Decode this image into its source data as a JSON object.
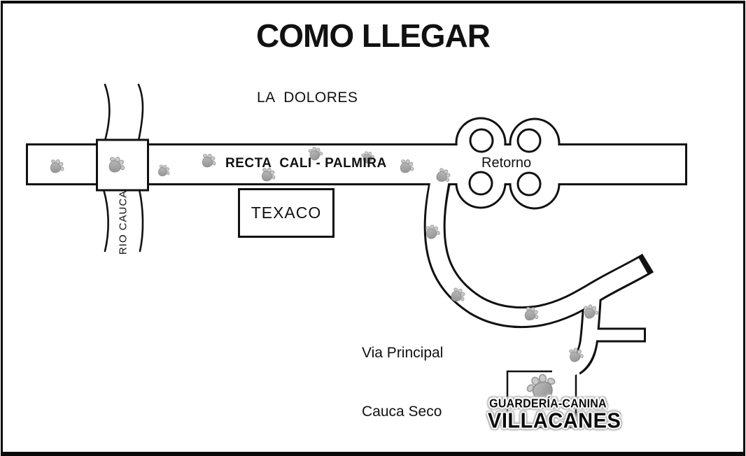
{
  "title": "COMO LLEGAR",
  "map": {
    "area_label": "LA  DOLORES",
    "highway_label": "RECTA  CALI - PALMIRA",
    "uturn_label": "Retorno",
    "gas_station_label": "TEXACO",
    "river_label": "RIO CAUCA",
    "destination_road_label_line1": "Via Principal",
    "destination_road_label_line2": "Cauca Seco",
    "paw_print_count": 15
  },
  "logo": {
    "line1": "GUARDERÍA-CANINA",
    "line2": "VILLACANES"
  },
  "colors": {
    "ink": "#111111",
    "background": "#ffffff",
    "paw_pad": "#9a9a9a",
    "paw_toe": "#cbcbcb"
  }
}
